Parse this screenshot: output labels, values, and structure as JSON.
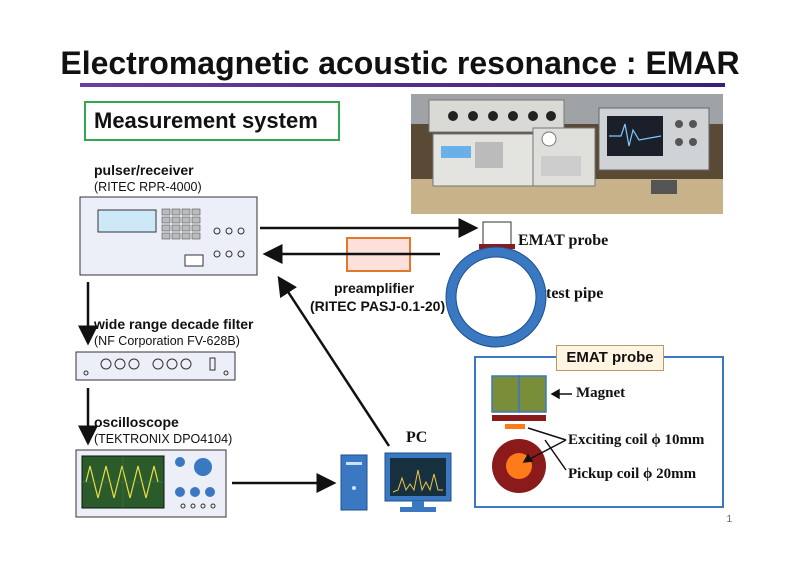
{
  "title": "Electromagnetic acoustic resonance : EMAR",
  "section_label": "Measurement system",
  "pulser": {
    "name": "pulser/receiver",
    "model": "(RITEC RPR-4000)"
  },
  "filter": {
    "name": "wide range decade filter",
    "model": "(NF Corporation FV-628B)"
  },
  "scope": {
    "name": "oscilloscope",
    "model": "(TEKTRONIX DPO4104)"
  },
  "preamp": {
    "name": "preamplifier",
    "model": "(RITEC PASJ-0.1-20)"
  },
  "emat_probe_label": "EMAT probe",
  "test_pipe_label": "test pipe",
  "pc_label": "PC",
  "probe_detail": {
    "title": "EMAT probe",
    "magnet": "Magnet",
    "exciting_coil": "Exciting coil ϕ 10mm",
    "pickup_coil": "Pickup coil ϕ 20mm"
  },
  "page_number": "1",
  "colors": {
    "title_rule": "#4b2a8a",
    "section_border": "#2fa84f",
    "pipe_ring": "#3a78c2",
    "preamp_fill": "#fde0dc",
    "preamp_border": "#e07a2a",
    "magnet": "#7a8e3a",
    "coil_outer": "#8b1a1a",
    "coil_inner": "#ff7a1a"
  }
}
